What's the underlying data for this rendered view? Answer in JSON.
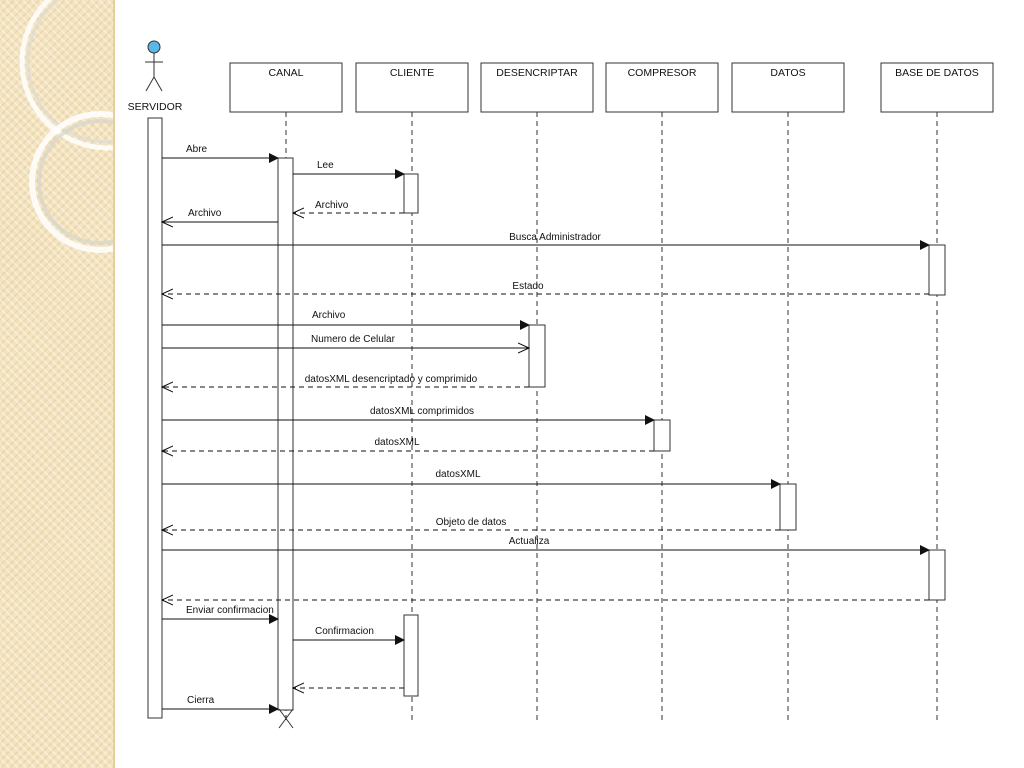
{
  "actor": {
    "label": "SERVIDOR",
    "icon": "stick-figure-icon"
  },
  "lifelines": [
    {
      "id": "canal",
      "label": "CANAL"
    },
    {
      "id": "cliente",
      "label": "CLIENTE"
    },
    {
      "id": "desencriptar",
      "label": "DESENCRIPTAR"
    },
    {
      "id": "compresor",
      "label": "COMPRESOR"
    },
    {
      "id": "datos",
      "label": "DATOS"
    },
    {
      "id": "base",
      "label": "BASE DE DATOS"
    }
  ],
  "messages": [
    {
      "from": "servidor",
      "to": "canal",
      "label": "Abre",
      "style": "sync"
    },
    {
      "from": "canal",
      "to": "cliente",
      "label": "Lee",
      "style": "sync"
    },
    {
      "from": "cliente",
      "to": "canal",
      "label": "Archivo",
      "style": "return"
    },
    {
      "from": "canal",
      "to": "servidor",
      "label": "Archivo",
      "style": "open"
    },
    {
      "from": "servidor",
      "to": "base",
      "label": "Busca Administrador",
      "style": "sync"
    },
    {
      "from": "base",
      "to": "servidor",
      "label": "Estado",
      "style": "return"
    },
    {
      "from": "servidor",
      "to": "desencriptar",
      "label": "Archivo",
      "style": "sync"
    },
    {
      "from": "servidor",
      "to": "desencriptar",
      "label": "Numero de Celular",
      "style": "open"
    },
    {
      "from": "desencriptar",
      "to": "servidor",
      "label": "datosXML desencriptado y comprimido",
      "style": "return"
    },
    {
      "from": "servidor",
      "to": "compresor",
      "label": "datosXML comprimidos",
      "style": "sync"
    },
    {
      "from": "compresor",
      "to": "servidor",
      "label": "datosXML",
      "style": "return"
    },
    {
      "from": "servidor",
      "to": "datos",
      "label": "datosXML",
      "style": "sync"
    },
    {
      "from": "datos",
      "to": "servidor",
      "label": "Objeto de datos",
      "style": "return"
    },
    {
      "from": "servidor",
      "to": "base",
      "label": "Actualiza",
      "style": "sync"
    },
    {
      "from": "base",
      "to": "servidor",
      "label": "",
      "style": "return"
    },
    {
      "from": "servidor",
      "to": "canal",
      "label": "Enviar confirmacion",
      "style": "sync"
    },
    {
      "from": "canal",
      "to": "cliente",
      "label": "Confirmacion",
      "style": "sync"
    },
    {
      "from": "cliente",
      "to": "canal",
      "label": "",
      "style": "return"
    },
    {
      "from": "servidor",
      "to": "canal",
      "label": "Cierra",
      "style": "sync"
    }
  ],
  "colors": {
    "actor_head": "#5bb8e6",
    "line": "#111111",
    "panel": "#f4e3bf"
  }
}
